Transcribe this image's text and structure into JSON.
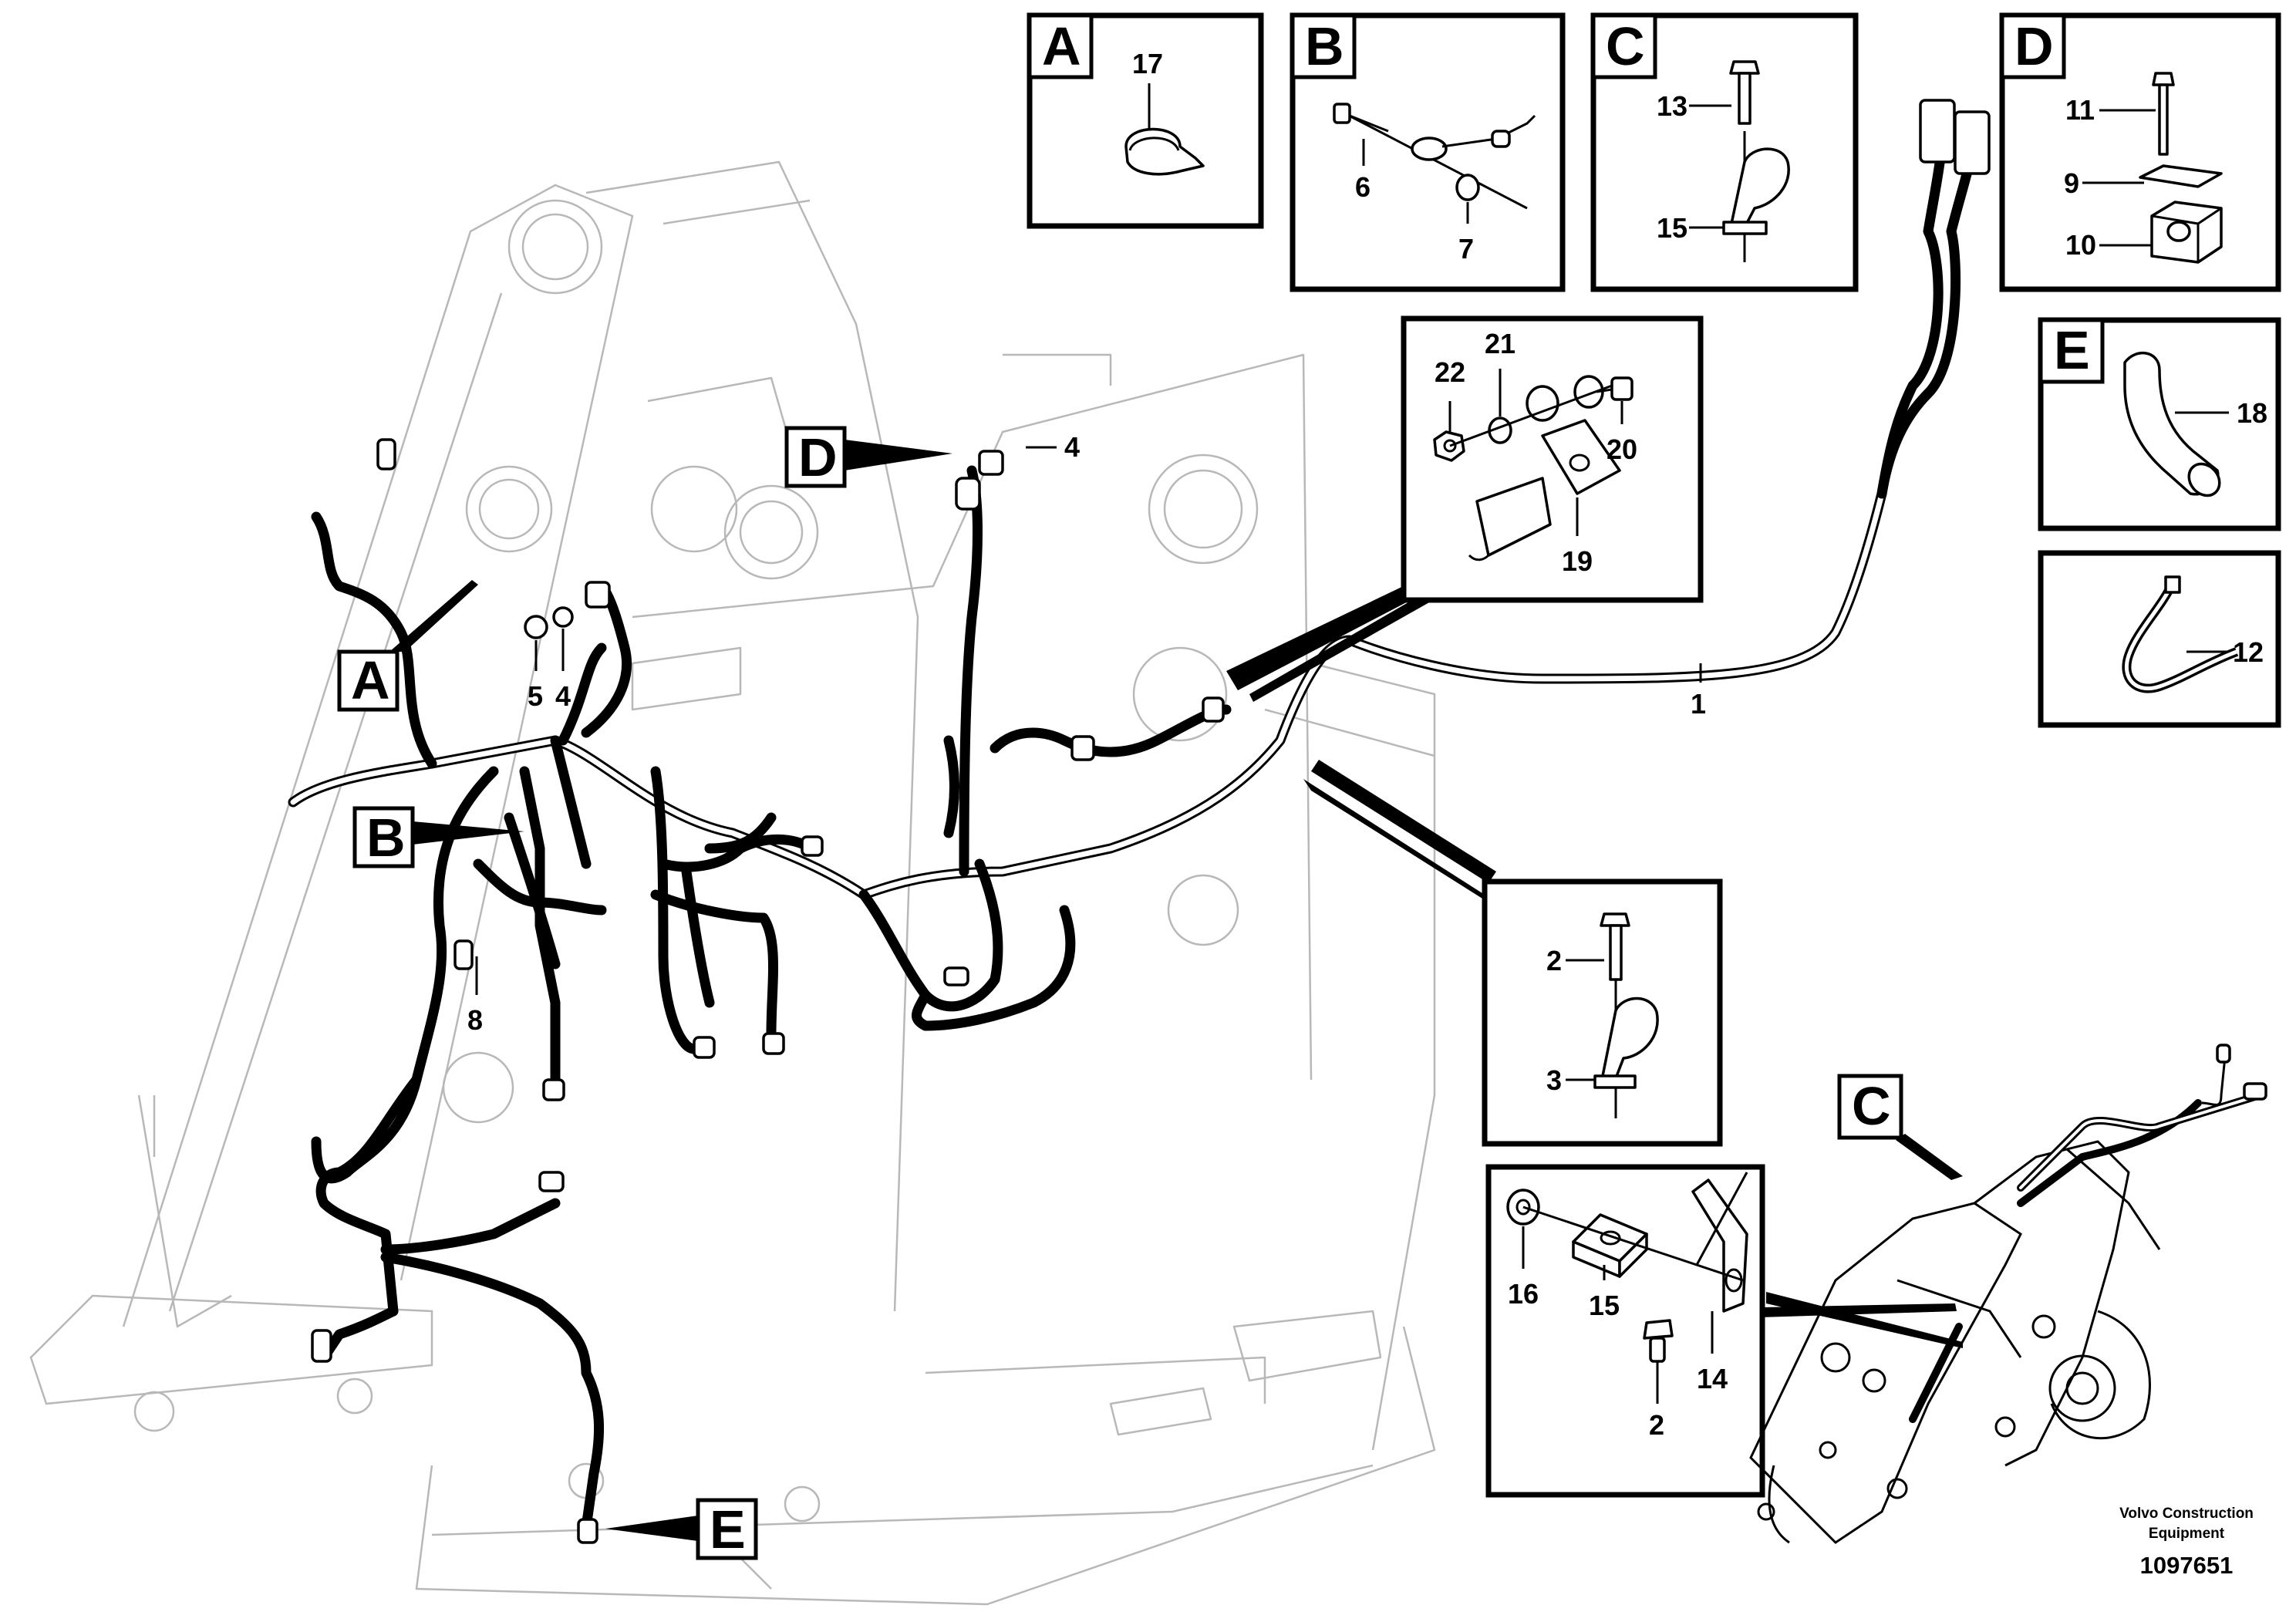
{
  "views": {
    "A": {
      "letter": "A",
      "parts": [
        "17"
      ]
    },
    "B": {
      "letter": "B",
      "parts": [
        "6",
        "7"
      ]
    },
    "C": {
      "letter": "C",
      "parts": [
        "13",
        "15"
      ]
    },
    "D": {
      "letter": "D",
      "parts": [
        "11",
        "9",
        "10"
      ]
    },
    "E": {
      "letter": "E",
      "parts": [
        "18"
      ]
    }
  },
  "detail_tie": {
    "parts": [
      "12"
    ]
  },
  "detail_bracket_ground": {
    "parts": [
      "22",
      "21",
      "20",
      "19"
    ]
  },
  "detail_clamp": {
    "parts": [
      "2",
      "3"
    ]
  },
  "detail_bracket_inset": {
    "parts": [
      "16",
      "15",
      "14",
      "2"
    ]
  },
  "main_callouts": [
    "1",
    "4",
    "5",
    "4",
    "8"
  ],
  "view_markers": [
    "A",
    "B",
    "D",
    "E",
    "C"
  ],
  "brand": {
    "line1": "Volvo Construction",
    "line2": "Equipment"
  },
  "document_number": "1097651",
  "icons": [
    "cable-clamp-icon",
    "bolt-icon",
    "washer-icon",
    "nut-icon",
    "cable-tie-icon",
    "protective-hose-icon",
    "connector-icon",
    "bracket-icon"
  ]
}
